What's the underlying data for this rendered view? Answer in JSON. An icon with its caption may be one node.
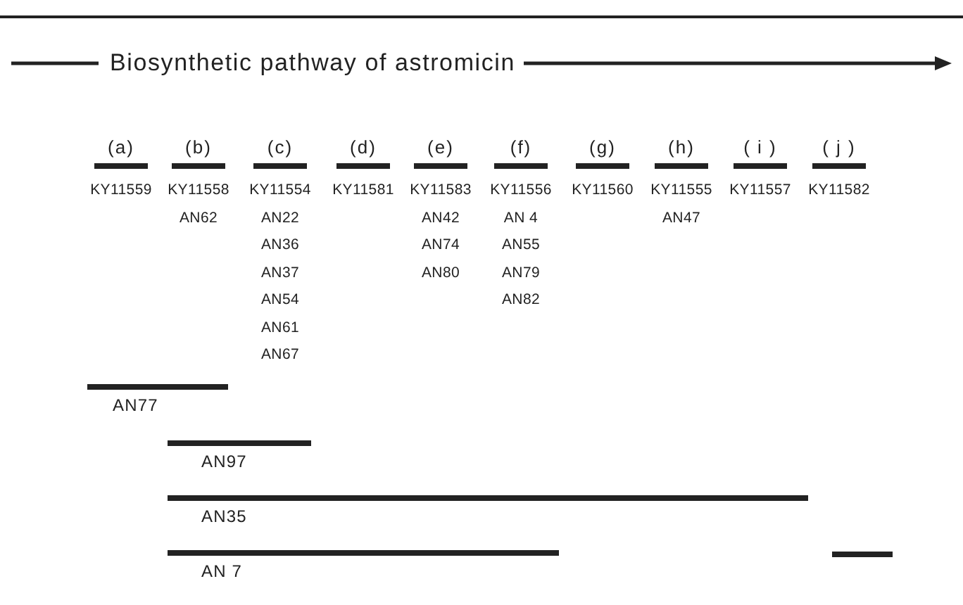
{
  "diagram": {
    "title": "Biosynthetic pathway of astromicin",
    "nodes": [
      {
        "text": [
          "(a)"
        ],
        "beside": [
          "KY11559"
        ]
      },
      {
        "text": [
          "(b)"
        ],
        "beside": [
          "KY11558",
          "AN62"
        ]
      },
      {
        "text": [
          "(c)"
        ],
        "beside": [
          "KY11554",
          "AN22",
          "AN36",
          "AN37",
          "AN54",
          "AN61",
          "AN67"
        ]
      },
      {
        "text": [
          "(d)"
        ],
        "beside": [
          "KY11581"
        ]
      },
      {
        "text": [
          "(e)"
        ],
        "beside": [
          "KY11583",
          "AN42",
          "AN74",
          "AN80"
        ]
      },
      {
        "text": [
          "(f)"
        ],
        "beside": [
          "KY11556",
          "AN 4",
          "AN55",
          "AN79",
          "AN82"
        ]
      },
      {
        "text": [
          "(g)"
        ],
        "beside": [
          "KY11560"
        ]
      },
      {
        "text": [
          "(h)"
        ],
        "beside": [
          "KY11555",
          "AN47"
        ]
      },
      {
        "text": [
          "( i )"
        ],
        "beside": [
          "KY11557"
        ]
      },
      {
        "text": [
          "( j )"
        ],
        "beside": [
          "KY11582"
        ]
      },
      {
        "text": [
          "AN77"
        ]
      },
      {
        "text": [
          "AN97"
        ]
      },
      {
        "text": [
          "AN35"
        ]
      },
      {
        "text": [
          "AN 7"
        ]
      },
      {
        "text": [],
        "shape": "bar"
      }
    ]
  }
}
